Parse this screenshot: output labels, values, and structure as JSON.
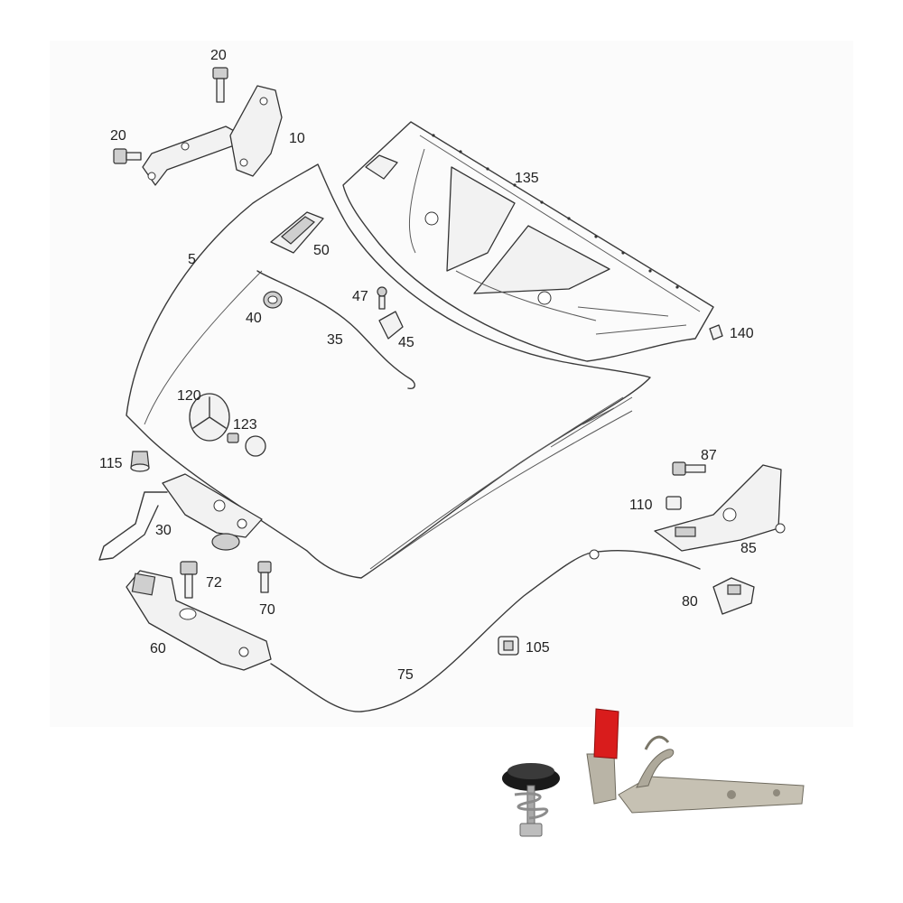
{
  "part_labels": {
    "p20a": "20",
    "p20b": "20",
    "p10": "10",
    "p5": "5",
    "p135": "135",
    "p50": "50",
    "p40": "40",
    "p47": "47",
    "p35": "35",
    "p45": "45",
    "p140": "140",
    "p120": "120",
    "p123": "123",
    "p115": "115",
    "p30": "30",
    "p87": "87",
    "p110": "110",
    "p85": "85",
    "p72": "72",
    "p70": "70",
    "p80": "80",
    "p60": "60",
    "p105": "105",
    "p75": "75"
  },
  "colors": {
    "line": "#3a3a3a",
    "fill_light": "#f2f2f2",
    "photo_red": "#d91c1c",
    "photo_metal": "#b9b4a6",
    "photo_rubber": "#1a1a1a"
  }
}
